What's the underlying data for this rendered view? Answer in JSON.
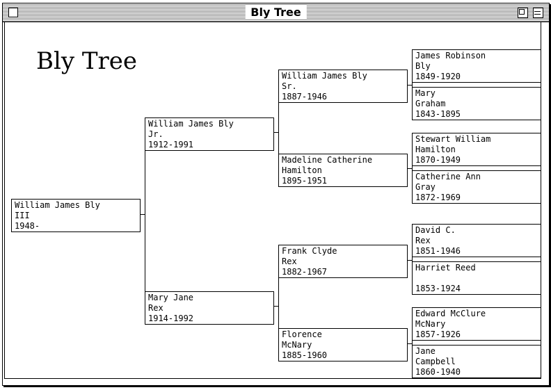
{
  "window": {
    "title": "Bly Tree"
  },
  "tree": {
    "title": "Bly Tree",
    "people": {
      "root": {
        "name": "William James Bly",
        "line2": "III",
        "dates": "1948-"
      },
      "father": {
        "name": "William James Bly",
        "line2": "Jr.",
        "dates": "1912-1991"
      },
      "mother": {
        "name": "Mary Jane",
        "line2": "Rex",
        "dates": "1914-1992"
      },
      "pgf": {
        "name": "William James Bly",
        "line2": "Sr.",
        "dates": "1887-1946"
      },
      "pgm": {
        "name": "Madeline Catherine",
        "line2": "Hamilton",
        "dates": "1895-1951"
      },
      "mgf": {
        "name": "Frank Clyde",
        "line2": "Rex",
        "dates": "1882-1967"
      },
      "mgm": {
        "name": "Florence",
        "line2": "McNary",
        "dates": "1885-1960"
      },
      "ggp1": {
        "name": "James Robinson",
        "line2": "Bly",
        "dates": "1849-1920"
      },
      "ggp2": {
        "name": "Mary",
        "line2": "Graham",
        "dates": "1843-1895"
      },
      "ggp3": {
        "name": "Stewart William",
        "line2": "Hamilton",
        "dates": "1870-1949"
      },
      "ggp4": {
        "name": "Catherine Ann",
        "line2": "Gray",
        "dates": "1872-1969"
      },
      "ggp5": {
        "name": "David C.",
        "line2": "Rex",
        "dates": "1851-1946"
      },
      "ggp6": {
        "name": "Harriet Reed",
        "line2": "",
        "dates": "1853-1924"
      },
      "ggp7": {
        "name": "Edward McClure",
        "line2": "McNary",
        "dates": "1857-1926"
      },
      "ggp8": {
        "name": "Jane",
        "line2": "Campbell",
        "dates": "1860-1940"
      }
    }
  }
}
